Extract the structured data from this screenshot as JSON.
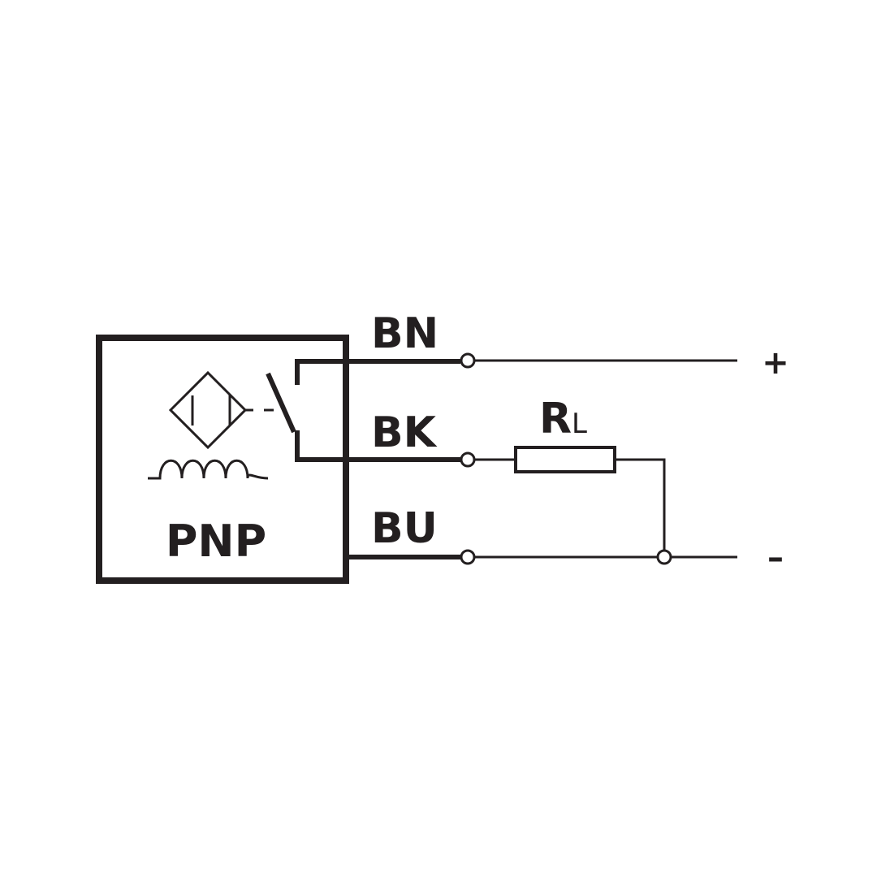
{
  "diagram": {
    "sensor_type": "PNP",
    "wires": {
      "brown": "BN",
      "black": "BK",
      "blue": "BU"
    },
    "load": {
      "symbol": "R",
      "subscript": "L"
    },
    "supply": {
      "positive": "+",
      "negative": "–"
    },
    "colors": {
      "ink": "#231f20",
      "background": "#ffffff"
    }
  }
}
